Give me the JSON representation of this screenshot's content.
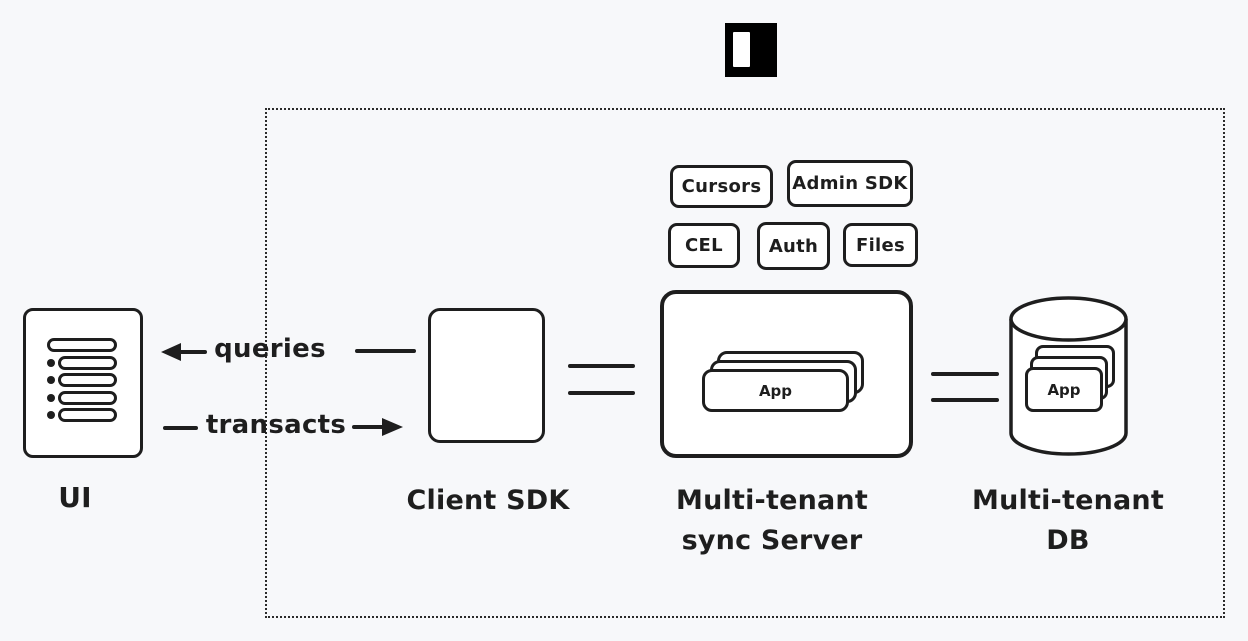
{
  "colors": {
    "background": "#f7f8fa",
    "stroke": "#1e1e1e",
    "node_fill": "#ffffff",
    "logo": "#000000"
  },
  "logo": {
    "name": "instant-logo-mark"
  },
  "feature_chips": [
    {
      "label": "Cursors"
    },
    {
      "label": "Admin SDK"
    },
    {
      "label": "CEL"
    },
    {
      "label": "Auth"
    },
    {
      "label": "Files"
    }
  ],
  "nodes": {
    "ui": {
      "label": "UI"
    },
    "client_sdk": {
      "label": "Client SDK"
    },
    "sync_server": {
      "label_line1": "Multi-tenant",
      "label_line2": "sync Server",
      "card_label": "App"
    },
    "db": {
      "label_line1": "Multi-tenant",
      "label_line2": "DB",
      "card_label": "App"
    }
  },
  "edges": {
    "queries": {
      "label": "queries"
    },
    "transacts": {
      "label": "transacts"
    }
  }
}
